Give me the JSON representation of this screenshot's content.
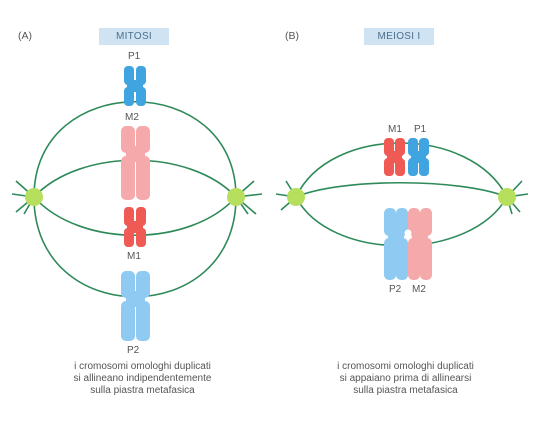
{
  "panels": [
    {
      "letter": "(A)",
      "title": "MITOSI",
      "chromosome_labels": [
        "P1",
        "M2",
        "M1",
        "P2"
      ],
      "caption": [
        "i cromosomi omologhi duplicati",
        "si allineano indipendentemente",
        "sulla piastra metafasica"
      ]
    },
    {
      "letter": "(B)",
      "title": "MEIOSI I",
      "chromosome_labels": [
        "M1",
        "P1",
        "P2",
        "M2"
      ],
      "caption": [
        "i cromosomi omologhi duplicati",
        "si appaiano prima di allinearsi",
        "sulla piastra metafasica"
      ]
    }
  ],
  "colors": {
    "spindle": "#2f8a5a",
    "pole": "#b6df5e",
    "paternal_blue": "#3fa4e0",
    "paternal_light_blue": "#8fcaf2",
    "maternal_red": "#ef5a55",
    "maternal_pink": "#f6a9ab",
    "badge": "#cfe3f3"
  }
}
